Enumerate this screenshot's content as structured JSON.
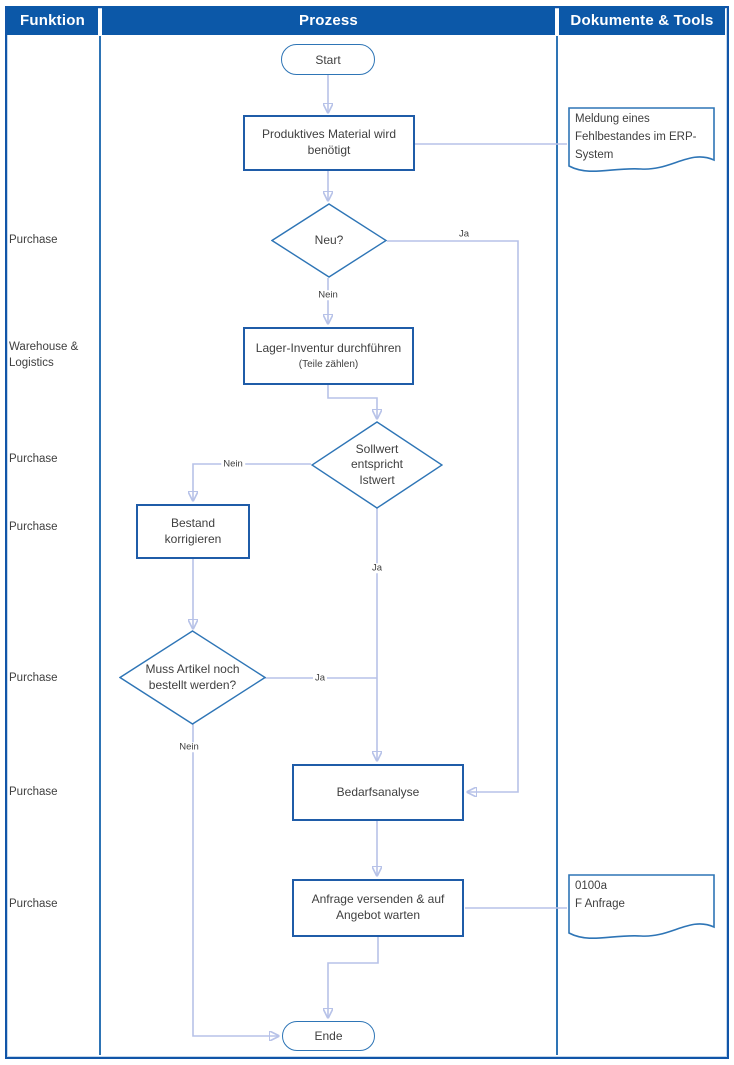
{
  "header": {
    "funktion": "Funktion",
    "prozess": "Prozess",
    "dokumente": "Dokumente & Tools"
  },
  "function_labels": [
    "Purchase",
    "Warehouse & Logistics",
    "Purchase",
    "Purchase",
    "Purchase",
    "Purchase",
    "Purchase"
  ],
  "nodes": {
    "start": {
      "type": "terminator",
      "label": "Start"
    },
    "material": {
      "type": "process",
      "label": "Produktives Material wird benötigt"
    },
    "neu": {
      "type": "decision",
      "label": "Neu?"
    },
    "inventur": {
      "type": "process",
      "label": "Lager-Inventur durchführen",
      "sublabel": "(Teile zählen)"
    },
    "sollwert": {
      "type": "decision",
      "label": "Sollwert entspricht Istwert"
    },
    "bestand": {
      "type": "process",
      "label": "Bestand korrigieren"
    },
    "bestellt": {
      "type": "decision",
      "label": "Muss Artikel noch bestellt werden?"
    },
    "bedarfsanalyse": {
      "type": "process",
      "label": "Bedarfsanalyse"
    },
    "anfrage": {
      "type": "process",
      "label": "Anfrage versenden & auf Angebot warten"
    },
    "ende": {
      "type": "terminator",
      "label": "Ende"
    },
    "doc_meldung": {
      "type": "document",
      "label": "Meldung eines Fehlbestandes im ERP-System"
    },
    "doc_anfrage": {
      "type": "document",
      "line1": "0100a",
      "line2": "F Anfrage"
    }
  },
  "edge_labels": {
    "neu_ja": "Ja",
    "neu_nein": "Nein",
    "sollwert_nein": "Nein",
    "sollwert_ja": "Ja",
    "bestellt_ja": "Ja",
    "bestellt_nein": "Nein"
  },
  "edges": [
    {
      "from": "start",
      "to": "material"
    },
    {
      "from": "material",
      "to": "doc_meldung"
    },
    {
      "from": "material",
      "to": "neu"
    },
    {
      "from": "neu",
      "to": "bedarfsanalyse",
      "label": "Ja"
    },
    {
      "from": "neu",
      "to": "inventur",
      "label": "Nein"
    },
    {
      "from": "inventur",
      "to": "sollwert"
    },
    {
      "from": "sollwert",
      "to": "bestand",
      "label": "Nein"
    },
    {
      "from": "sollwert",
      "to": "bedarfsanalyse",
      "label": "Ja"
    },
    {
      "from": "bestand",
      "to": "bestellt"
    },
    {
      "from": "bestellt",
      "to": "bedarfsanalyse",
      "label": "Ja"
    },
    {
      "from": "bestellt",
      "to": "ende",
      "label": "Nein"
    },
    {
      "from": "bedarfsanalyse",
      "to": "anfrage"
    },
    {
      "from": "anfrage",
      "to": "doc_anfrage"
    },
    {
      "from": "anfrage",
      "to": "ende"
    }
  ],
  "colors": {
    "header_bg": "#0c58a8",
    "header_text": "#ffffff",
    "frame_border": "#1155a8",
    "lane_divider": "#2e74b5",
    "process_border": "#1f5ca8",
    "shape_border": "#2e75b6",
    "connector": "#b7c2e8",
    "text": "#3f3f3f"
  }
}
